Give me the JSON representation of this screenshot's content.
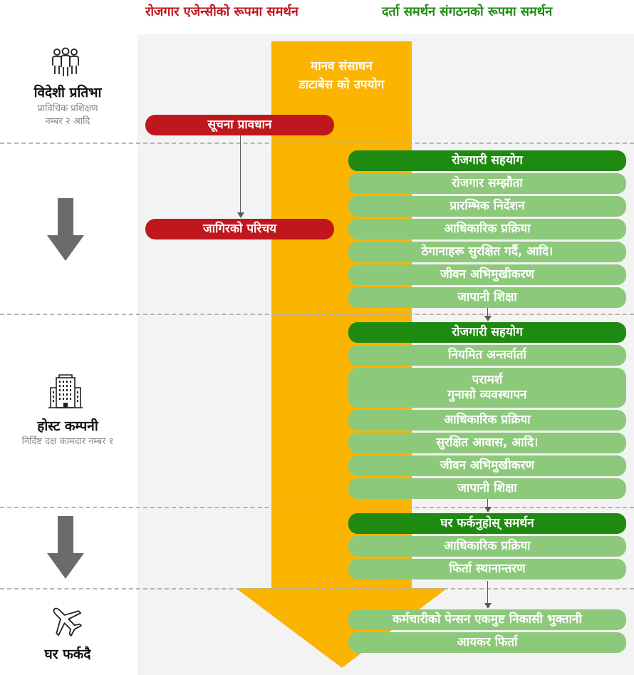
{
  "headers": {
    "left": "रोजगार एजेन्सीको रूपमा समर्थन",
    "right": "दर्ता समर्थन संगठनको रूपमा समर्थन"
  },
  "colors": {
    "red": "#c0161d",
    "dark_green": "#1f8a12",
    "light_green": "#8dc97b",
    "orange": "#fbb400"
  },
  "central_arrow": {
    "line1": "मानव संसाधन",
    "line2": "डाटाबेस को उपयोग"
  },
  "stages": {
    "foreign_talent": {
      "title": "विदेशी प्रतिभा",
      "sub1": "प्राविधिक प्रशिक्षण",
      "sub2": "नम्बर २ आदि",
      "icon": "people-group-icon"
    },
    "host_company": {
      "title": "होस्ट कम्पनी",
      "sub1": "निर्दिष्ट दक्ष कामदार नम्बर १",
      "icon": "building-icon"
    },
    "returning_home": {
      "title": "घर फर्कदै",
      "icon": "airplane-icon"
    }
  },
  "agency": {
    "info_provision": "सूचना प्रावधान",
    "job_intro": "जागिरको परिचय"
  },
  "groups": [
    {
      "header": "रोजगारी सहयोग",
      "items": [
        "रोजगार सम्झौता",
        "प्रारम्भिक निर्देशन",
        "आधिकारिक प्रक्रिया",
        "ठेगानाहरू सुरक्षित गर्दै, आदि।",
        "जीवन अभिमुखीकरण",
        "जापानी शिक्षा"
      ]
    },
    {
      "header": "रोजगारी सहयोग",
      "items": [
        "नियमित अन्तर्वार्ता",
        "परामर्श",
        "गुनासो व्यवस्थापन",
        "आधिकारिक प्रक्रिया",
        "सुरक्षित आवास, आदि।",
        "जीवन अभिमुखीकरण",
        "जापानी शिक्षा"
      ]
    },
    {
      "header": "घर फर्कनुहोस् समर्थन",
      "items": [
        "आधिकारिक प्रक्रिया",
        "फिर्ता स्थानान्तरण"
      ]
    }
  ],
  "final": [
    "कर्मचारीको पेन्सन एकमुष्ट निकासी भुक्तानी",
    "आयकर फिर्ता"
  ]
}
